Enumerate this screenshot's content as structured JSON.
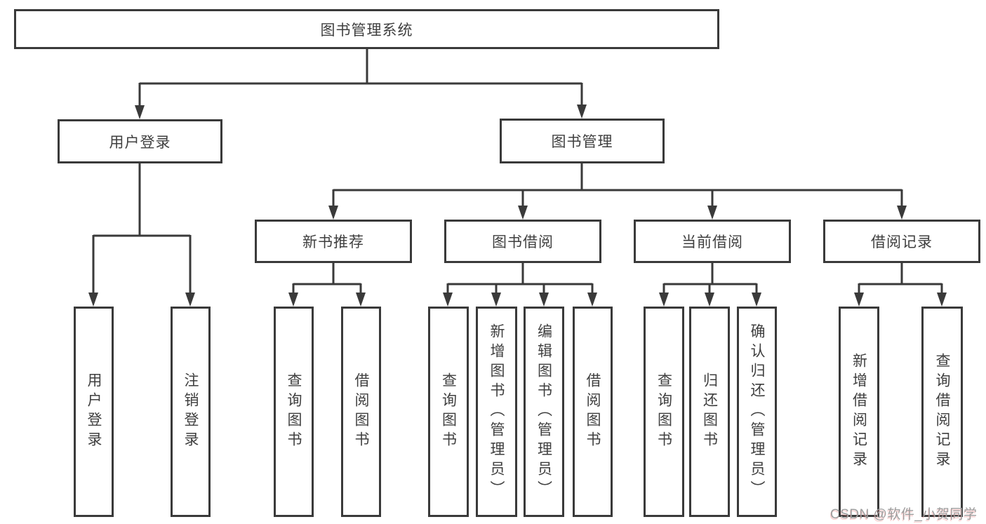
{
  "diagram": {
    "root": "图书管理系统",
    "level2": {
      "left": "用户登录",
      "right": "图书管理"
    },
    "left_children": [
      "用户登录",
      "注销登录"
    ],
    "groups": [
      {
        "label": "新书推荐",
        "children": [
          "查询图书",
          "借阅图书"
        ]
      },
      {
        "label": "图书借阅",
        "children": [
          "查询图书",
          "新增图书（管理员）",
          "编辑图书（管理员）",
          "借阅图书"
        ]
      },
      {
        "label": "当前借阅",
        "children": [
          "查询图书",
          "归还图书",
          "确认归还（管理员）"
        ]
      },
      {
        "label": "借阅记录",
        "children": [
          "新增借阅记录",
          "查询借阅记录"
        ]
      }
    ]
  },
  "watermark": {
    "text": "CSDN @软件_小贺同学",
    "color": "#9e9e9e"
  },
  "colors": {
    "line": "#3a3a3a",
    "border": "#3a3a3a",
    "text": "#3f3f3f",
    "background": "#ffffff"
  }
}
